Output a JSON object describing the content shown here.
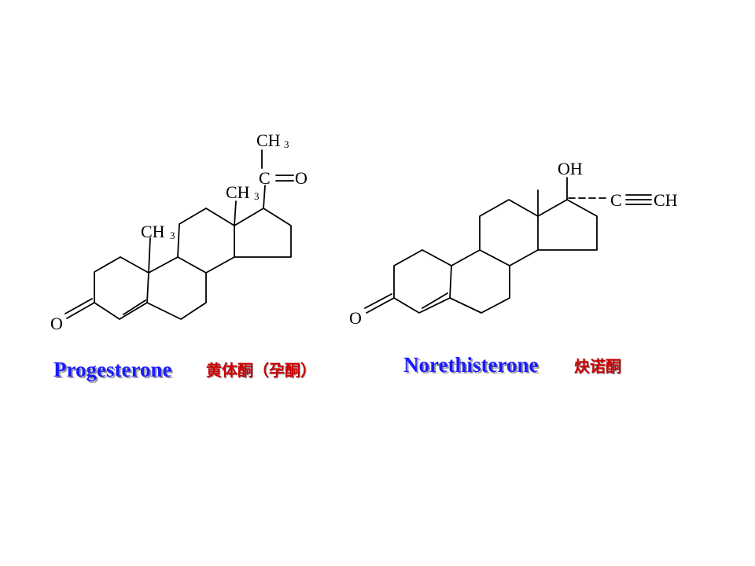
{
  "colors": {
    "caption_name": "#1a1aff",
    "caption_chinese": "#cc0000",
    "shadow": "#9a9aa0",
    "bond": "#000000"
  },
  "molecules": [
    {
      "name": "Progesterone",
      "chinese": "黄体酮（孕酮）",
      "labels": {
        "o3": "O",
        "ch3_19_main": "CH",
        "ch3_19_sub": "3",
        "ch3_18_main": "CH",
        "ch3_18_sub": "3",
        "ch3_21_main": "CH",
        "ch3_21_sub": "3",
        "c20": "C",
        "o20": "O"
      }
    },
    {
      "name": "Norethisterone",
      "chinese": "炔诺酮",
      "labels": {
        "o3": "O",
        "oh17": "OH",
        "c20": "C",
        "ch21": "CH"
      }
    }
  ]
}
